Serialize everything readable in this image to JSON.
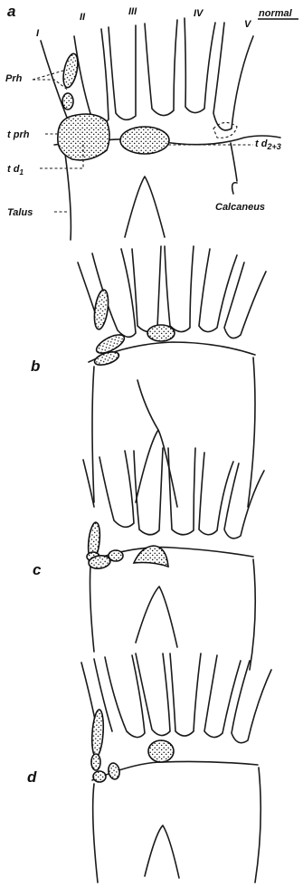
{
  "panel_letters": [
    "a",
    "b",
    "c",
    "d"
  ],
  "condition_label": "normal",
  "toe_numerals": [
    "I",
    "II",
    "III",
    "IV",
    "V"
  ],
  "labels": {
    "prh": "Prh",
    "t_prh": "t prh",
    "td1": "t d",
    "td1_sub": "1",
    "talus": "Talus",
    "td23": "t d",
    "td23_sub": "2+3",
    "calcaneus": "Calcaneus"
  },
  "colors": {
    "ink": "#111111",
    "paper": "#ffffff"
  }
}
